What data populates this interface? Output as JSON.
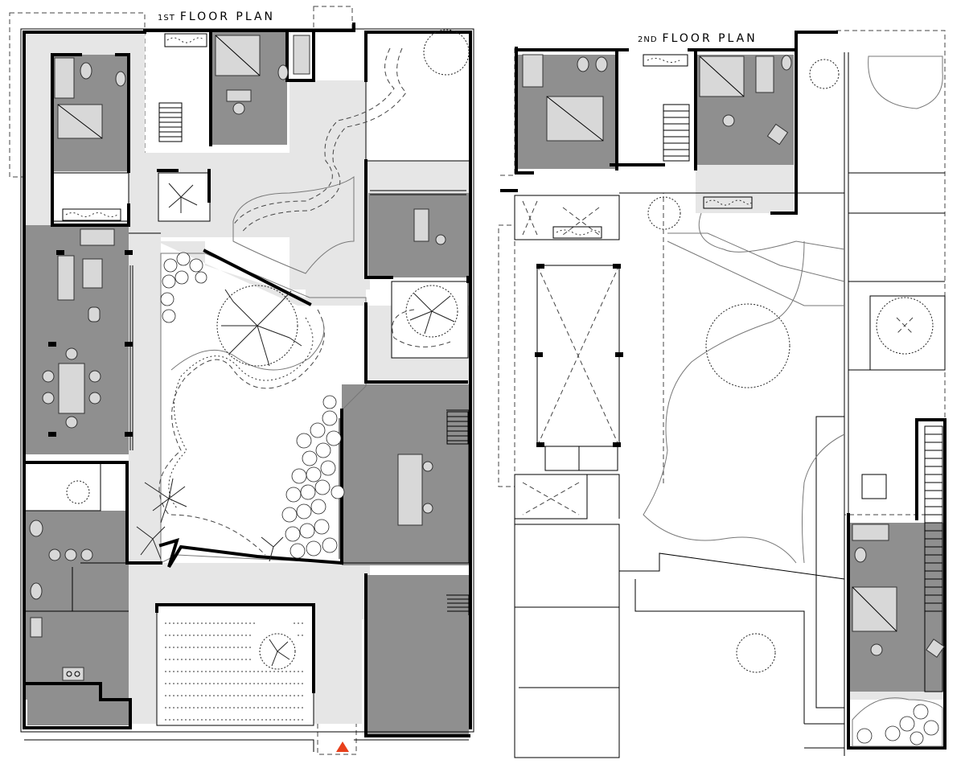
{
  "titles": {
    "first_floor_sup": "1ST",
    "first_floor": "FLOOR PLAN",
    "second_floor_sup": "2ND",
    "second_floor": "FLOOR PLAN"
  },
  "colors": {
    "room_fill": "#8f8f8f",
    "circulation_fill": "#e6e6e6",
    "line": "#000000",
    "entry_marker": "#e8401c"
  },
  "icons": [
    "entry-arrow-icon",
    "tree-icon",
    "shrub-icon",
    "bed-icon",
    "toilet-icon",
    "bathtub-icon",
    "chair-icon",
    "sofa-icon",
    "dining-table-icon",
    "stair-icon",
    "sink-icon",
    "stove-icon"
  ]
}
